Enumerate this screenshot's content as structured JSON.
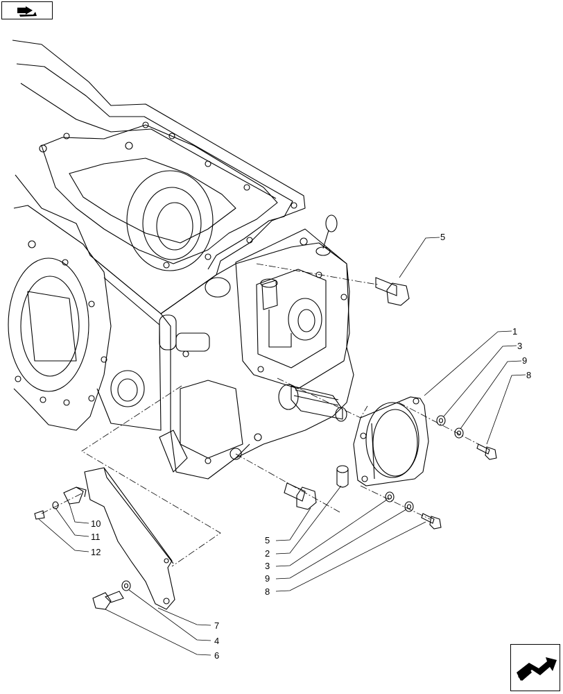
{
  "diagram": {
    "callouts": [
      "1",
      "2",
      "3",
      "3",
      "4",
      "5",
      "5",
      "6",
      "7",
      "8",
      "8",
      "9",
      "9",
      "10",
      "11",
      "12"
    ]
  },
  "icons": {
    "top_left": "book-arrow-icon",
    "bottom_right": "next-page-arrow-icon"
  }
}
